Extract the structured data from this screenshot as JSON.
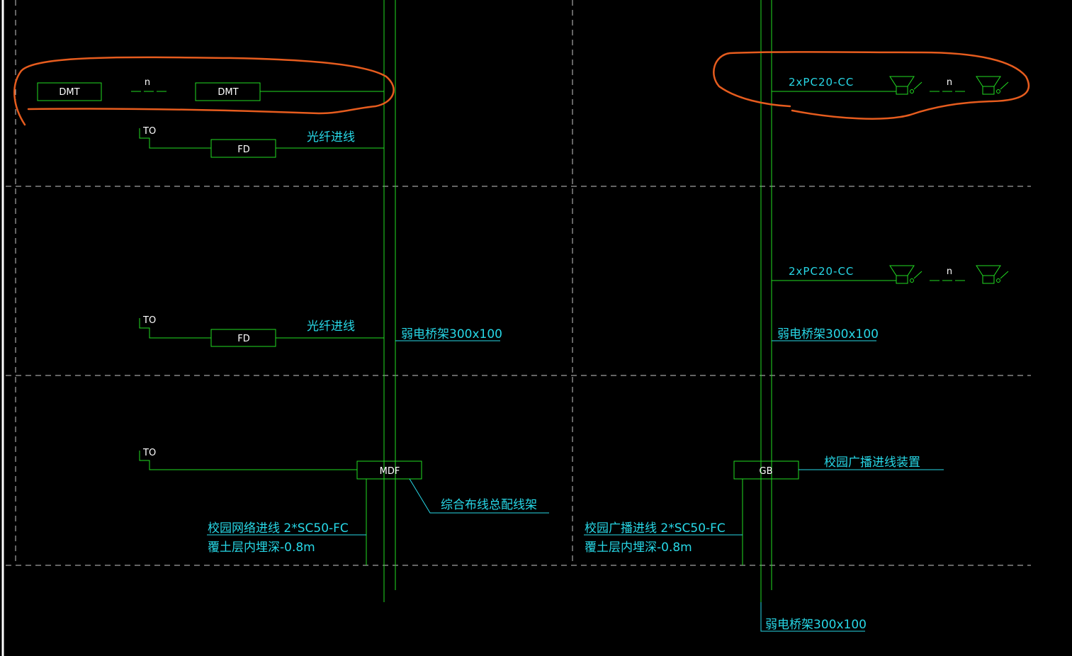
{
  "colors": {
    "background": "#000000",
    "line": "#22dd22",
    "cyan_text": "#27d7e6",
    "box_text": "#ffffff",
    "dashed": "#c8c8c8",
    "highlight": "#e65c1e",
    "border": "#ffffff"
  },
  "network": {
    "dmt_left": "DMT",
    "dmt_right": "DMT",
    "dmt_n": "n",
    "to_top": "TO",
    "to_mid": "TO",
    "to_bottom": "TO",
    "fd_top": "FD",
    "fd_mid": "FD",
    "fiber_top": "光纤进线",
    "fiber_mid": "光纤进线",
    "tray_mid": "弱电桥架300x100",
    "mdf": "MDF",
    "mdf_note": "综合布线总配线架",
    "incoming_line1": "校园网络进线 2*SC50-FC",
    "incoming_line2": "覆土层内埋深-0.8m"
  },
  "broadcast": {
    "conduit_top": "2xPC20-CC",
    "conduit_mid": "2xPC20-CC",
    "speaker_n_top": "n",
    "speaker_n_mid": "n",
    "tray_mid": "弱电桥架300x100",
    "gb": "GB",
    "gb_note": "校园广播进线装置",
    "incoming_line1": "校园广播进线 2*SC50-FC",
    "incoming_line2": "覆土层内埋深-0.8m",
    "tray_bottom": "弱电桥架300x100"
  }
}
